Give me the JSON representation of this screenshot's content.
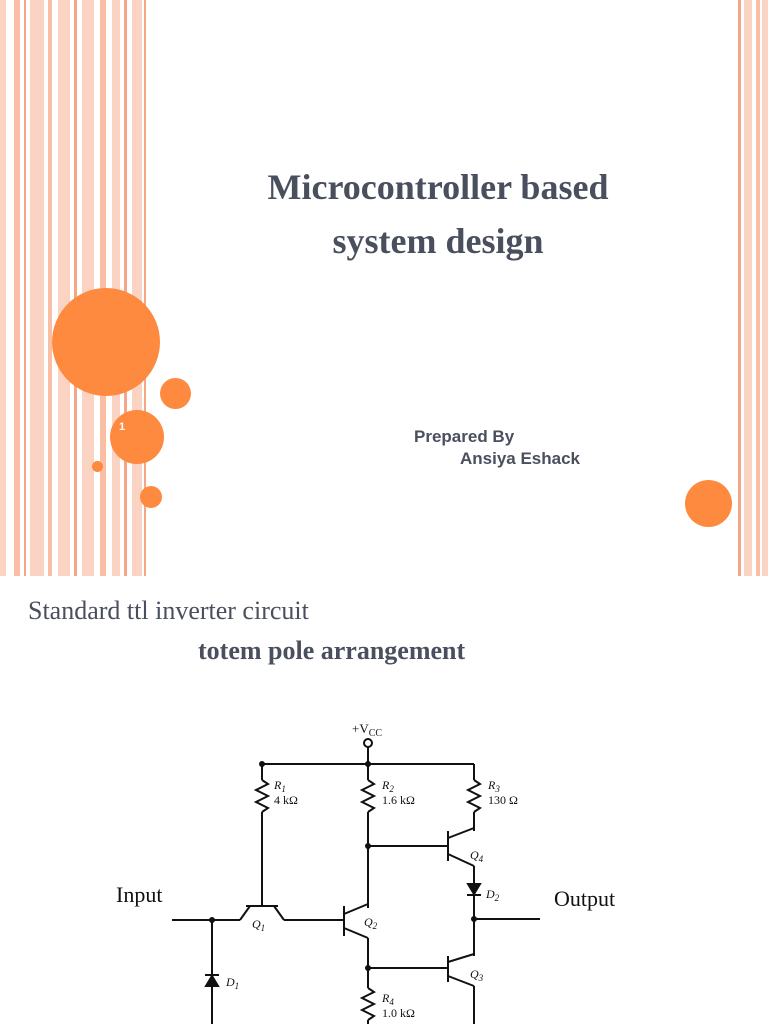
{
  "slide1": {
    "title_line1": "Microcontroller based",
    "title_line2": "system design",
    "prepared_by": "Prepared By",
    "author": "Ansiya Eshack",
    "slide_number": "1",
    "accent_color": "#fd8a3e",
    "stripe_color": "#f9c0a6"
  },
  "slide2": {
    "title": "Standard ttl inverter circuit",
    "subtitle": "totem pole arrangement",
    "circuit": {
      "vcc": "+V",
      "vcc_sub": "CC",
      "input_label": "Input",
      "output_label": "Output",
      "r1": "R",
      "r1_sub": "1",
      "r1_value": "4 kΩ",
      "r2": "R",
      "r2_sub": "2",
      "r2_value": "1.6 kΩ",
      "r3": "R",
      "r3_sub": "3",
      "r3_value": "130 Ω",
      "r4": "R",
      "r4_sub": "4",
      "r4_value": "1.0 kΩ",
      "q1": "Q",
      "q1_sub": "1",
      "q2": "Q",
      "q2_sub": "2",
      "q3": "Q",
      "q3_sub": "3",
      "q4": "Q",
      "q4_sub": "4",
      "d1": "D",
      "d1_sub": "1",
      "d2": "D",
      "d2_sub": "2"
    }
  }
}
